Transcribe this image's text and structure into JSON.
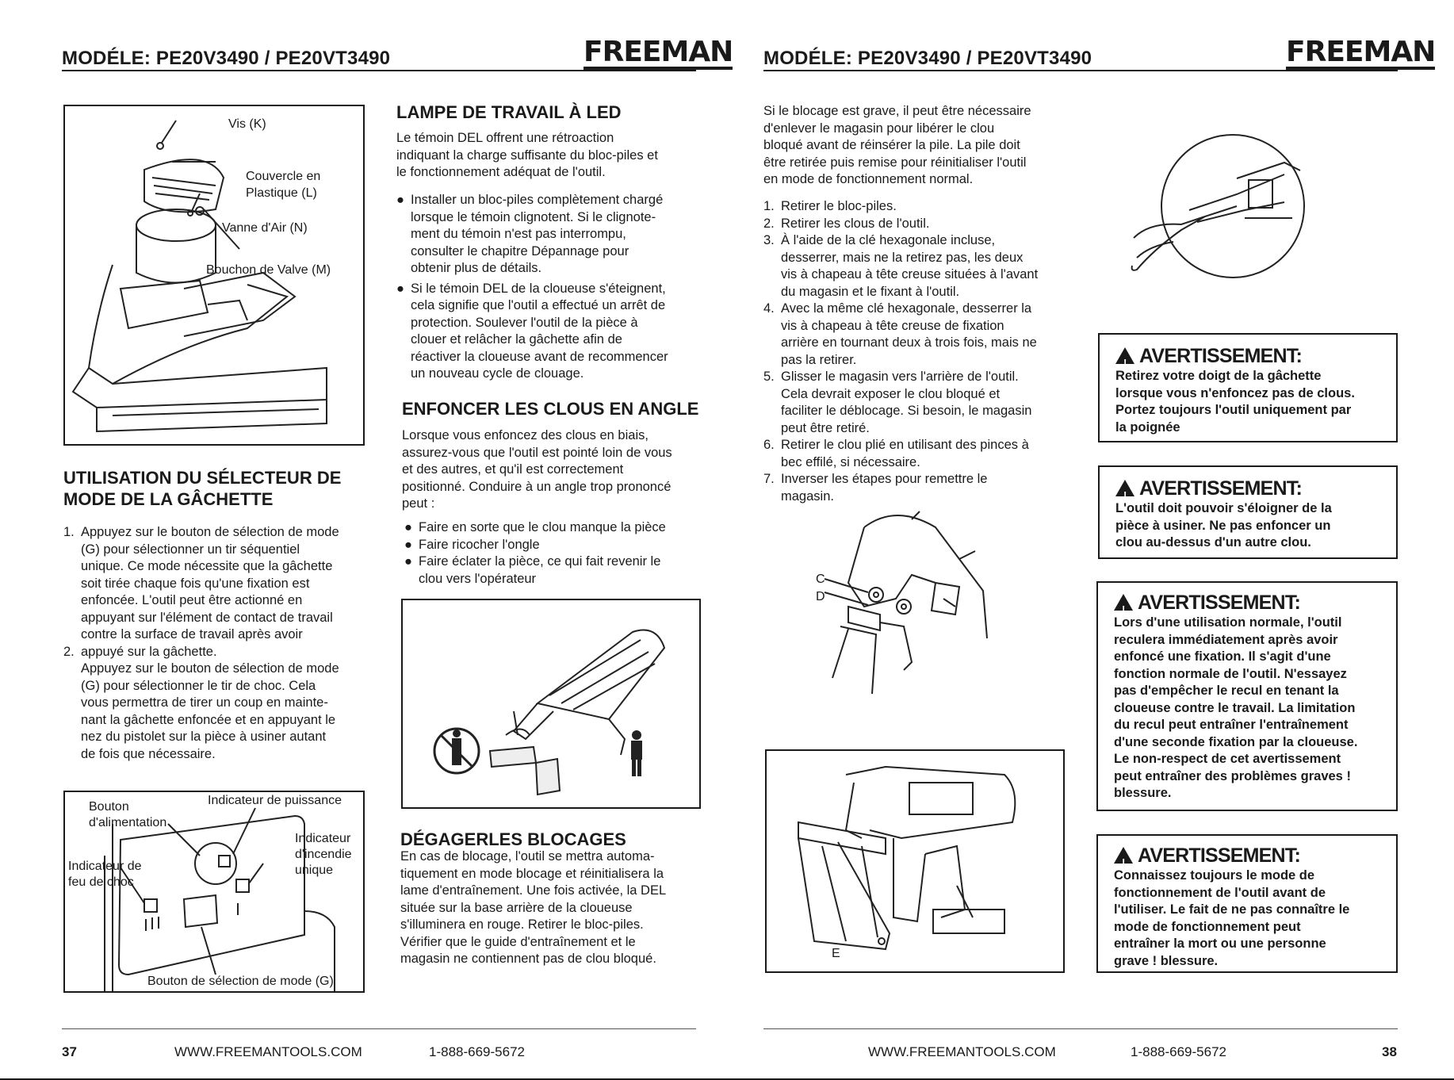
{
  "header": {
    "model_left": "MODÉLE: PE20V3490 / PE20VT3490",
    "model_right": "MODÉLE: PE20V3490 / PE20VT3490",
    "logo": "FREEMAN"
  },
  "left": {
    "fig1_labels": [
      "Vis (K)",
      "Couvercle en",
      "Plastique (L)",
      "Vanne d'Air (N)",
      "Bouchon de Valve (M)"
    ],
    "sel_title_1": "UTILISATION DU SÉLECTEUR DE",
    "sel_title_2": "MODE DE LA GÂCHETTE",
    "sel_steps": [
      {
        "n": "1.",
        "lines": [
          "Appuyez sur le bouton de sélection de mode",
          "(G) pour sélectionner un tir séquentiel",
          "unique. Ce mode nécessite que la gâchette",
          "soit tirée chaque fois qu'une fixation est",
          "enfoncée. L'outil peut être actionné en",
          "appuyant sur l'élément de contact de travail",
          "contre la surface de travail après avoir"
        ]
      },
      {
        "n": "2.",
        "lines": [
          "appuyé sur la gâchette.",
          "Appuyez sur le bouton de sélection de mode",
          "(G) pour sélectionner le tir de choc. Cela",
          "vous permettra de tirer un coup en mainte-",
          "nant la gâchette enfoncée et en appuyant le",
          "nez du pistolet sur la pièce à usiner autant",
          "de fois que nécessaire."
        ]
      }
    ],
    "fig2_labels": [
      "Bouton",
      "d'alimentation",
      "Indicateur de puissance",
      "Indicateur",
      "d'incendie",
      "unique",
      "Indicateur de",
      "feu de choc",
      "Bouton de sélection de mode (G)"
    ]
  },
  "middle": {
    "led_title": "LAMPE DE TRAVAIL À LED",
    "led_intro": [
      "Le témoin DEL offrent une rétroaction",
      "indiquant la charge suffisante du bloc-piles et",
      "le fonctionnement adéquat de l'outil."
    ],
    "led_bullets": [
      [
        "Installer un bloc-piles complètement chargé",
        "lorsque le témoin clignotent. Si le clignote-",
        "ment du témoin n'est pas interrompu,",
        "consulter le chapitre Dépannage pour",
        "obtenir plus de détails."
      ],
      [
        "Si le témoin DEL de la cloueuse s'éteignent,",
        "cela signifie que l'outil a effectué un arrêt de",
        "protection. Soulever l'outil de la pièce à",
        "clouer et relâcher la gâchette afin de",
        "réactiver la cloueuse avant de recommencer",
        "un nouveau cycle de clouage."
      ]
    ],
    "angle_title": "ENFONCER LES CLOUS EN ANGLE",
    "angle_intro": [
      "Lorsque vous enfoncez des clous en biais,",
      "assurez-vous que l'outil est pointé loin de vous",
      "et des autres, et qu'il est correctement",
      "positionné. Conduire à un angle trop prononcé",
      "peut :"
    ],
    "angle_bullets": [
      [
        "Faire en sorte que le clou manque la pièce"
      ],
      [
        "Faire ricocher l'ongle"
      ],
      [
        "Faire éclater la pièce, ce qui fait revenir le",
        "clou vers l'opérateur"
      ]
    ],
    "jam_title": "DÉGAGERLES BLOCAGES",
    "jam_text": [
      "En cas de blocage, l'outil se mettra automa-",
      "tiquement en mode blocage et réinitialisera la",
      "lame d'entraînement. Une fois activée, la DEL",
      "située sur la base arrière de la cloueuse",
      "s'illuminera en rouge. Retirer le bloc-piles.",
      "Vérifier que le guide d'entraînement et le",
      "magasin ne contiennent pas de clou bloqué."
    ]
  },
  "right": {
    "intro": [
      "Si le blocage est grave, il peut être nécessaire",
      "d'enlever le magasin pour libérer le clou",
      "bloqué avant de réinsérer la pile. La pile doit",
      "être retirée puis remise pour réinitialiser l'outil",
      "en mode de fonctionnement normal."
    ],
    "steps": [
      {
        "n": "1.",
        "lines": [
          "Retirer le bloc-piles."
        ]
      },
      {
        "n": "2.",
        "lines": [
          "Retirer les clous de l'outil."
        ]
      },
      {
        "n": "3.",
        "lines": [
          "À l'aide de la clé hexagonale incluse,",
          "desserrer, mais ne la retirez pas, les deux",
          "vis à chapeau à tête creuse situées à l'avant",
          "du magasin et le fixant à l'outil."
        ]
      },
      {
        "n": "4.",
        "lines": [
          "Avec la même clé hexagonale, desserrer la",
          "vis à chapeau à tête creuse de fixation",
          "arrière en tournant deux à trois fois, mais ne",
          "pas la retirer."
        ]
      },
      {
        "n": "5.",
        "lines": [
          "Glisser le magasin vers l'arrière de l'outil.",
          "Cela devrait exposer le clou bloqué et",
          "faciliter le déblocage. Si besoin, le magasin",
          "peut être retiré."
        ]
      },
      {
        "n": "6.",
        "lines": [
          "Retirer le clou plié en utilisant des pinces à",
          "bec effilé, si nécessaire."
        ]
      },
      {
        "n": "7.",
        "lines": [
          "Inverser les étapes pour remettre le",
          "magasin."
        ]
      }
    ],
    "fig_labels": [
      "C",
      "D",
      "E"
    ],
    "warnings": [
      {
        "title": "AVERTISSEMENT:",
        "lines": [
          "Retirez votre doigt de la gâchette",
          "lorsque vous n'enfoncez pas de clous.",
          "Portez toujours l'outil uniquement par",
          "la poignée"
        ]
      },
      {
        "title": "AVERTISSEMENT:",
        "lines": [
          "L'outil doit pouvoir s'éloigner de la",
          "pièce à usiner. Ne pas enfoncer un",
          "clou au-dessus d'un autre clou."
        ]
      },
      {
        "title": "AVERTISSEMENT:",
        "lines": [
          "Lors d'une utilisation normale, l'outil",
          "reculera immédiatement après avoir",
          "enfoncé une fixation. Il s'agit d'une",
          "fonction normale de l'outil. N'essayez",
          "pas d'empêcher le recul en tenant la",
          "cloueuse contre le travail. La limitation",
          "du recul peut entraîner l'entraînement",
          "d'une seconde fixation par la cloueuse.",
          "Le non-respect de cet avertissement",
          "peut entraîner des problèmes graves !",
          "blessure."
        ]
      },
      {
        "title": "AVERTISSEMENT:",
        "lines": [
          "Connaissez toujours le mode de",
          "fonctionnement de l'outil avant de",
          "l'utiliser. Le fait de ne pas connaître le",
          "mode de fonctionnement peut",
          "entraîner la mort ou une personne",
          "grave ! blessure."
        ]
      }
    ]
  },
  "footer": {
    "page_left": "37",
    "page_right": "38",
    "url": "WWW.FREEMANTOOLS.COM",
    "phone": "1-888-669-5672"
  },
  "icons": [
    "warning-triangle-icon",
    "no-person-icon",
    "person-icon"
  ]
}
